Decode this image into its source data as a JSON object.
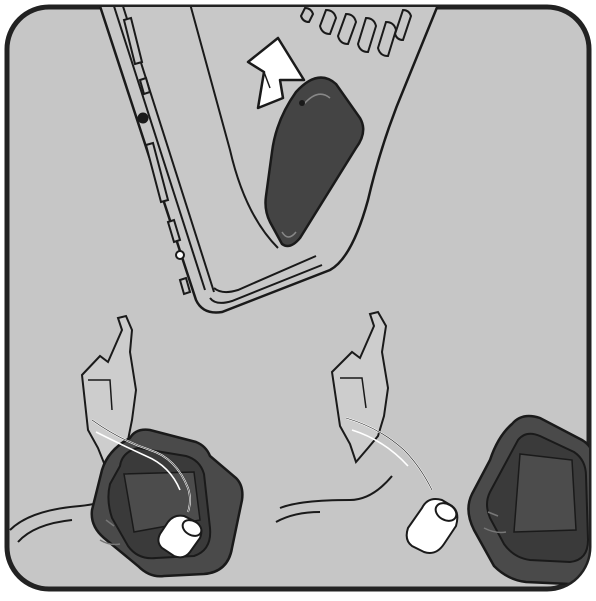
{
  "illustration": {
    "panel_fill": "#c6c6c6",
    "panel_border": "#222222",
    "outline": "#1a1a1a",
    "device_fill": "#c8c8c8",
    "door_fill": "#444444",
    "tray_fill": "#4a4a4a",
    "tray_inner": "#3a3a3a",
    "bag_fill": "#cdcdcd",
    "capsule_fill": "#ffffff",
    "arrow_fill": "#ffffff",
    "icons": [
      "up-arrow-icon",
      "battery-door",
      "battery-tray",
      "battery-capsule"
    ]
  }
}
